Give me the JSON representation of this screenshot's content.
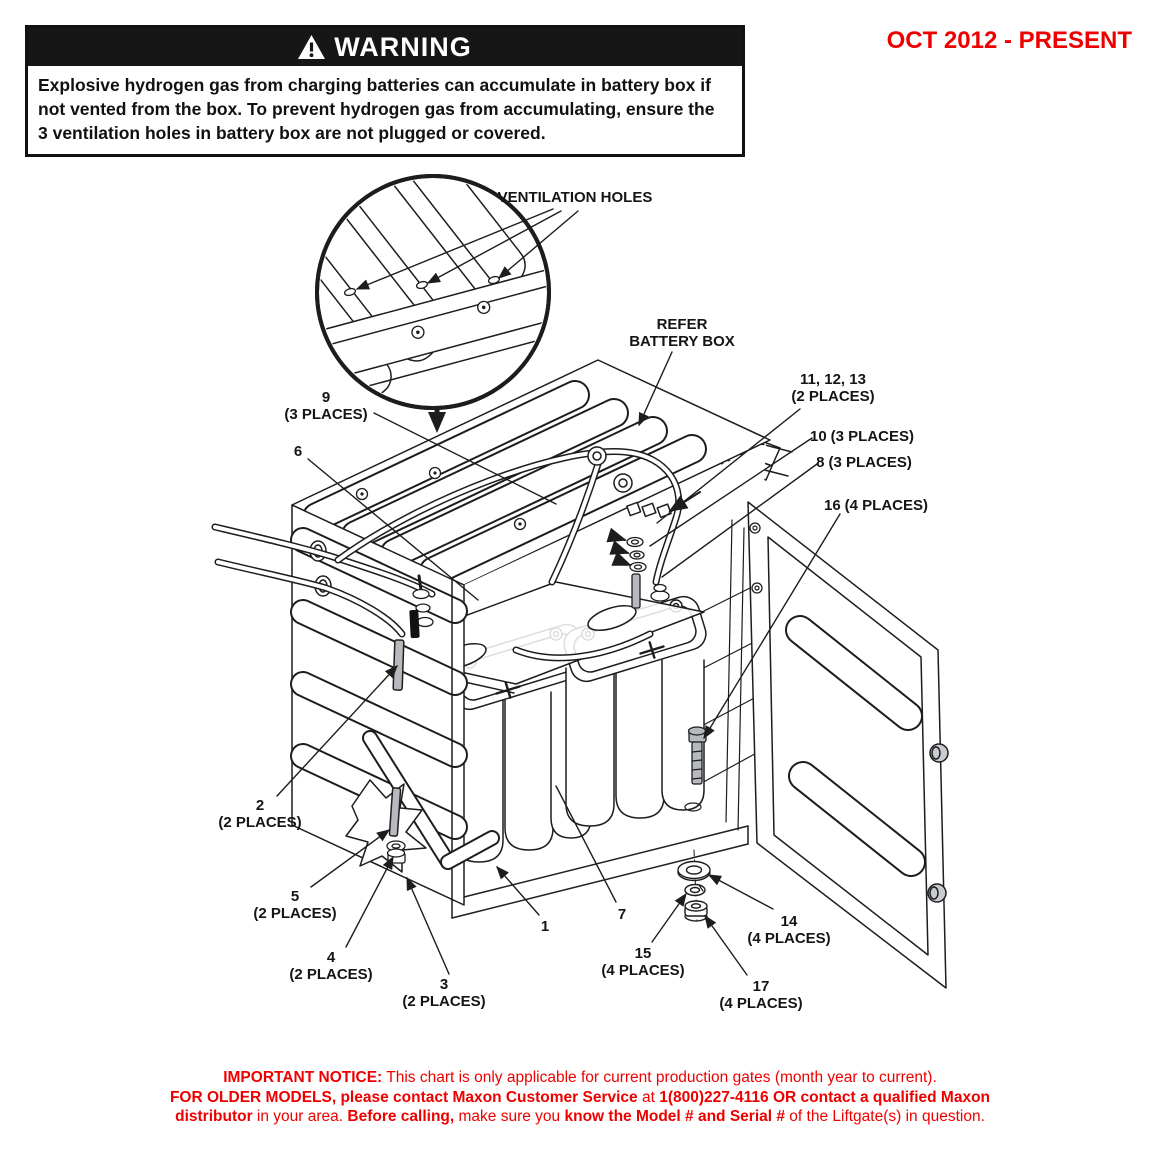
{
  "colors": {
    "red": "#ee0000",
    "line": "#1d1d1d"
  },
  "warning": {
    "title": "WARNING",
    "body_lines": [
      "Explosive hydrogen gas from charging batteries can accumulate in battery box if",
      "not vented from the box. To prevent hydrogen gas from accumulating, ensure the",
      "3 ventilation holes in battery box are not plugged or covered."
    ]
  },
  "date_range": "OCT 2012 - PRESENT",
  "diagram": {
    "labels": {
      "ventilation_holes": "VENTILATION HOLES",
      "refer": {
        "line1": "REFER",
        "line2": "BATTERY BOX"
      }
    },
    "callouts": {
      "c9": {
        "num": "9",
        "places": "(3 PLACES)"
      },
      "c6": {
        "num": "6",
        "places": ""
      },
      "c11": {
        "num": "11, 12, 13",
        "places": "(2 PLACES)"
      },
      "c10": {
        "num": "10",
        "places": "(3 PLACES)"
      },
      "c8": {
        "num": "8",
        "places": "(3 PLACES)"
      },
      "c16": {
        "num": "16",
        "places": "(4 PLACES)"
      },
      "c2": {
        "num": "2",
        "places": "(2 PLACES)"
      },
      "c5": {
        "num": "5",
        "places": "(2 PLACES)"
      },
      "c4": {
        "num": "4",
        "places": "(2 PLACES)"
      },
      "c3": {
        "num": "3",
        "places": "(2 PLACES)"
      },
      "c1": {
        "num": "1",
        "places": ""
      },
      "c7": {
        "num": "7",
        "places": ""
      },
      "c15": {
        "num": "15",
        "places": "(4 PLACES)"
      },
      "c14": {
        "num": "14",
        "places": "(4 PLACES)"
      },
      "c17": {
        "num": "17",
        "places": "(4 PLACES)"
      }
    }
  },
  "footer": {
    "lines": [
      [
        {
          "t": "IMPORTANT NOTICE:",
          "b": 1
        },
        {
          "t": " This chart is only applicable for current production gates (month year to current).",
          "b": 0
        }
      ],
      [
        {
          "t": "FOR OLDER MODELS, please contact Maxon Customer Service",
          "b": 1
        },
        {
          "t": " at ",
          "b": 0
        },
        {
          "t": "1(800)227-4116 OR contact a qualified Maxon",
          "b": 1
        }
      ],
      [
        {
          "t": "distributor",
          "b": 1
        },
        {
          "t": " in your area. ",
          "b": 0
        },
        {
          "t": "Before calling,",
          "b": 1
        },
        {
          "t": " make sure you ",
          "b": 0
        },
        {
          "t": "know the Model # and Serial #",
          "b": 1
        },
        {
          "t": " of the Liftgate(s) in question.",
          "b": 0
        }
      ]
    ]
  }
}
